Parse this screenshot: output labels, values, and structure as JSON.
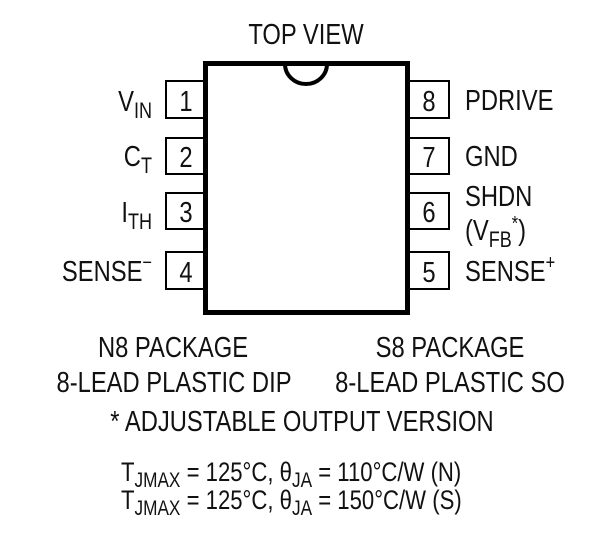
{
  "title": "TOP VIEW",
  "package_body": {
    "stroke_color": "#000000",
    "fill_color": "#ffffff",
    "notch": "pin-1 orientation notch"
  },
  "pins_left": [
    {
      "number": "1",
      "name_main": "V",
      "name_sub": "IN",
      "name_sup": ""
    },
    {
      "number": "2",
      "name_main": "C",
      "name_sub": "T",
      "name_sup": ""
    },
    {
      "number": "3",
      "name_main": "I",
      "name_sub": "TH",
      "name_sup": ""
    },
    {
      "number": "4",
      "name_main": "SENSE",
      "name_sub": "",
      "name_sup": "−"
    }
  ],
  "pins_right": [
    {
      "number": "8",
      "name_main": "PDRIVE",
      "name_sub": "",
      "name_sup": ""
    },
    {
      "number": "7",
      "name_main": "GND",
      "name_sub": "",
      "name_sup": ""
    },
    {
      "number": "6",
      "name_main": "SHDN",
      "name_line2_open": "(V",
      "name_line2_sub": "FB",
      "name_line2_sup": "*",
      "name_line2_close": ")"
    },
    {
      "number": "5",
      "name_main": "SENSE",
      "name_sub": "",
      "name_sup": "+"
    }
  ],
  "packages": {
    "n8": {
      "line1": "N8 PACKAGE",
      "line2": "8-LEAD PLASTIC DIP"
    },
    "s8": {
      "line1": "S8 PACKAGE",
      "line2": "8-LEAD PLASTIC SO"
    }
  },
  "footnote": "* ADJUSTABLE OUTPUT VERSION",
  "thermal": [
    {
      "t_main": "T",
      "t_sub": "JMAX",
      "t_val": " = 125°C, ",
      "theta": "θ",
      "theta_sub": "JA",
      "theta_val": " = 110°C/W (N)"
    },
    {
      "t_main": "T",
      "t_sub": "JMAX",
      "t_val": " = 125°C, ",
      "theta": "θ",
      "theta_sub": "JA",
      "theta_val": " = 150°C/W (S)"
    }
  ]
}
